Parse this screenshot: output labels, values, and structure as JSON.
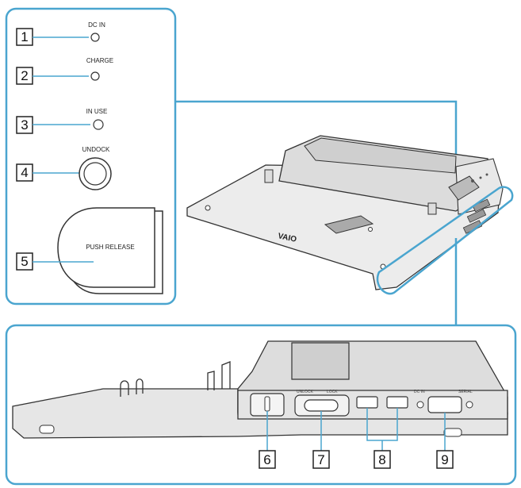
{
  "colors": {
    "callout_frame": "#4aa5cf",
    "body_fill": "#d9d9d9",
    "body_dark": "#bdbdbd",
    "outline": "#333333"
  },
  "indicators": [
    {
      "number": "1",
      "label": "DC IN"
    },
    {
      "number": "2",
      "label": "CHARGE"
    },
    {
      "number": "3",
      "label": "IN USE"
    },
    {
      "number": "4",
      "label": "UNDOCK"
    },
    {
      "number": "5",
      "label": "PUSH RELEASE"
    }
  ],
  "logo_text": "VAIO",
  "ports": {
    "lever_left": "UNLOCK",
    "lever_right": "LOCK",
    "port_left": "DC IN",
    "port_right": "SERIAL"
  },
  "callouts": [
    "6",
    "7",
    "8",
    "9"
  ]
}
